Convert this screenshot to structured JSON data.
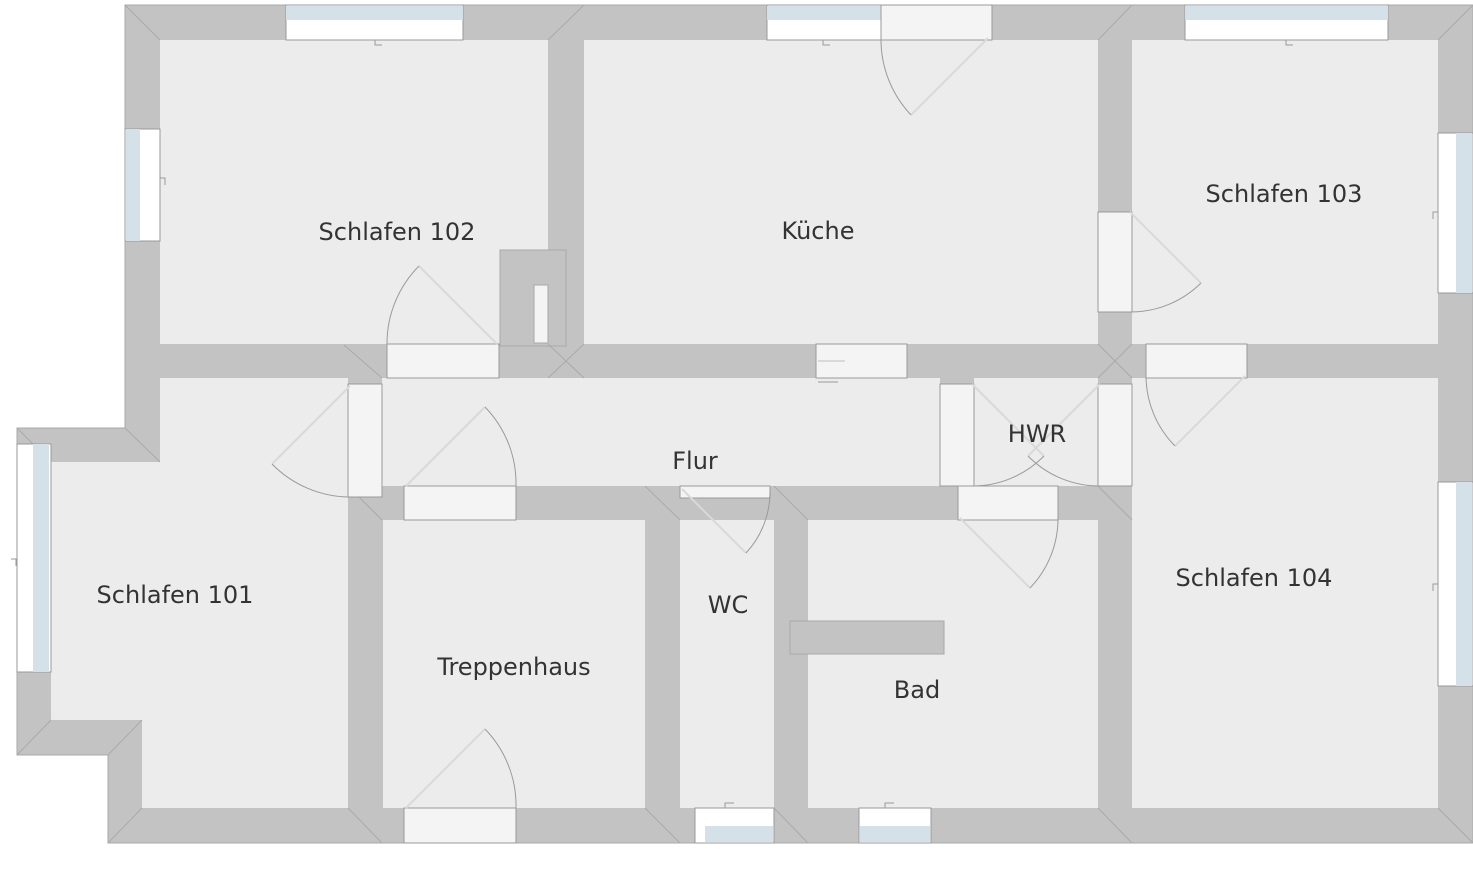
{
  "floorplan": {
    "rooms": {
      "schlafen_102": "Schlafen 102",
      "kueche": "Küche",
      "schlafen_103": "Schlafen 103",
      "flur": "Flur",
      "hwr": "HWR",
      "schlafen_101": "Schlafen 101",
      "treppenhaus": "Treppenhaus",
      "wc": "WC",
      "bad": "Bad",
      "schlafen_104": "Schlafen 104"
    },
    "colors": {
      "wall": "#c3c3c3",
      "floor": "#ececec",
      "window_glass": "#d5e1e8",
      "label": "#333333"
    }
  }
}
